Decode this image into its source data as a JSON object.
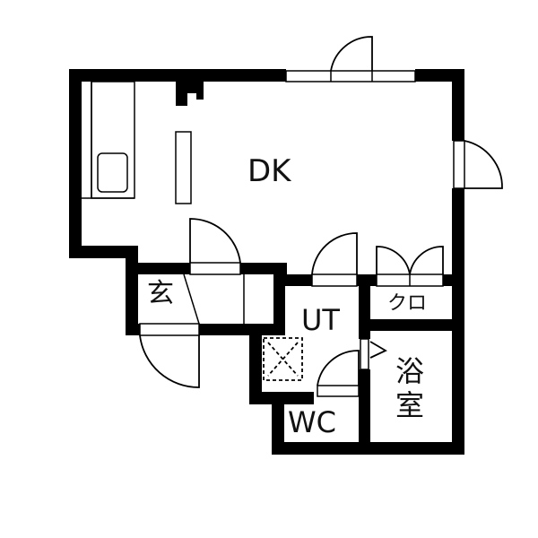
{
  "floor_plan": {
    "rooms": {
      "dk": "DK",
      "utility": "UT",
      "wc": "WC",
      "entrance": "玄",
      "closet": "クロ",
      "bath": "浴室"
    },
    "colors": {
      "wall": "#000000",
      "background": "#ffffff",
      "line": "#111111"
    }
  }
}
